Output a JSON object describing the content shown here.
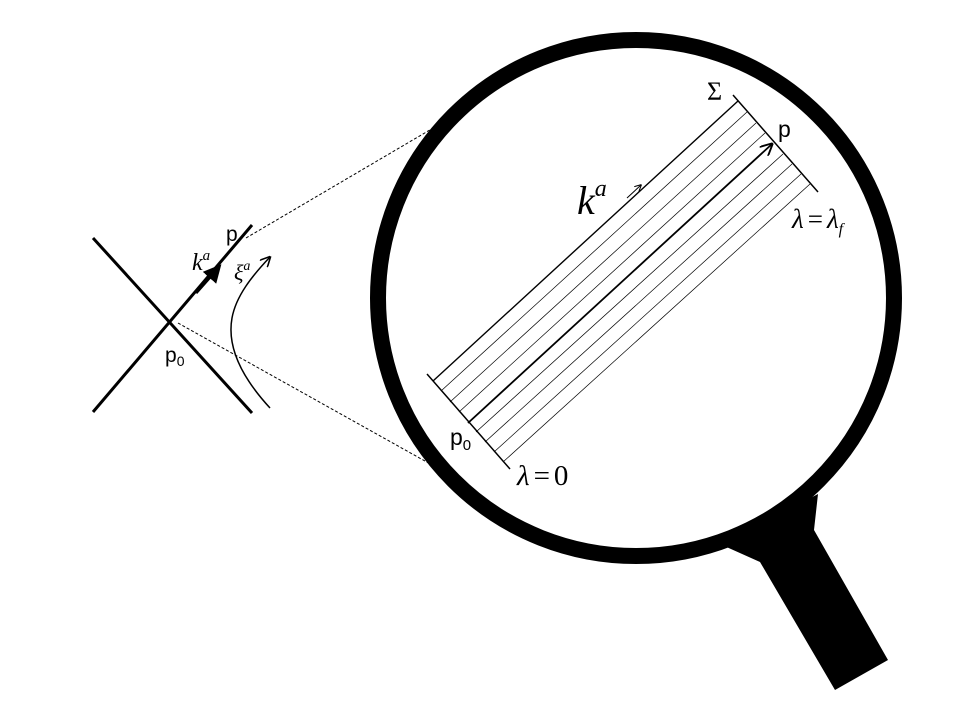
{
  "left_diagram": {
    "point_p": "p",
    "point_p0": {
      "base": "p",
      "sub": "0"
    },
    "vector_k": {
      "base": "k",
      "sup": "a"
    },
    "vector_xi": {
      "base": "ξ",
      "sup": "a"
    }
  },
  "magnified": {
    "surface": "Σ",
    "point_p": "p",
    "point_p0": {
      "base": "p",
      "sub": "0"
    },
    "vector_k": {
      "base": "k",
      "sup": "a"
    },
    "lambda_f": {
      "lhs": "λ",
      "eq": "=",
      "rhs": "λ",
      "sub": "f"
    },
    "lambda_0": {
      "lhs": "λ",
      "eq": "=",
      "rhs": "0"
    }
  },
  "colors": {
    "ink": "#000000",
    "background": "#ffffff"
  }
}
